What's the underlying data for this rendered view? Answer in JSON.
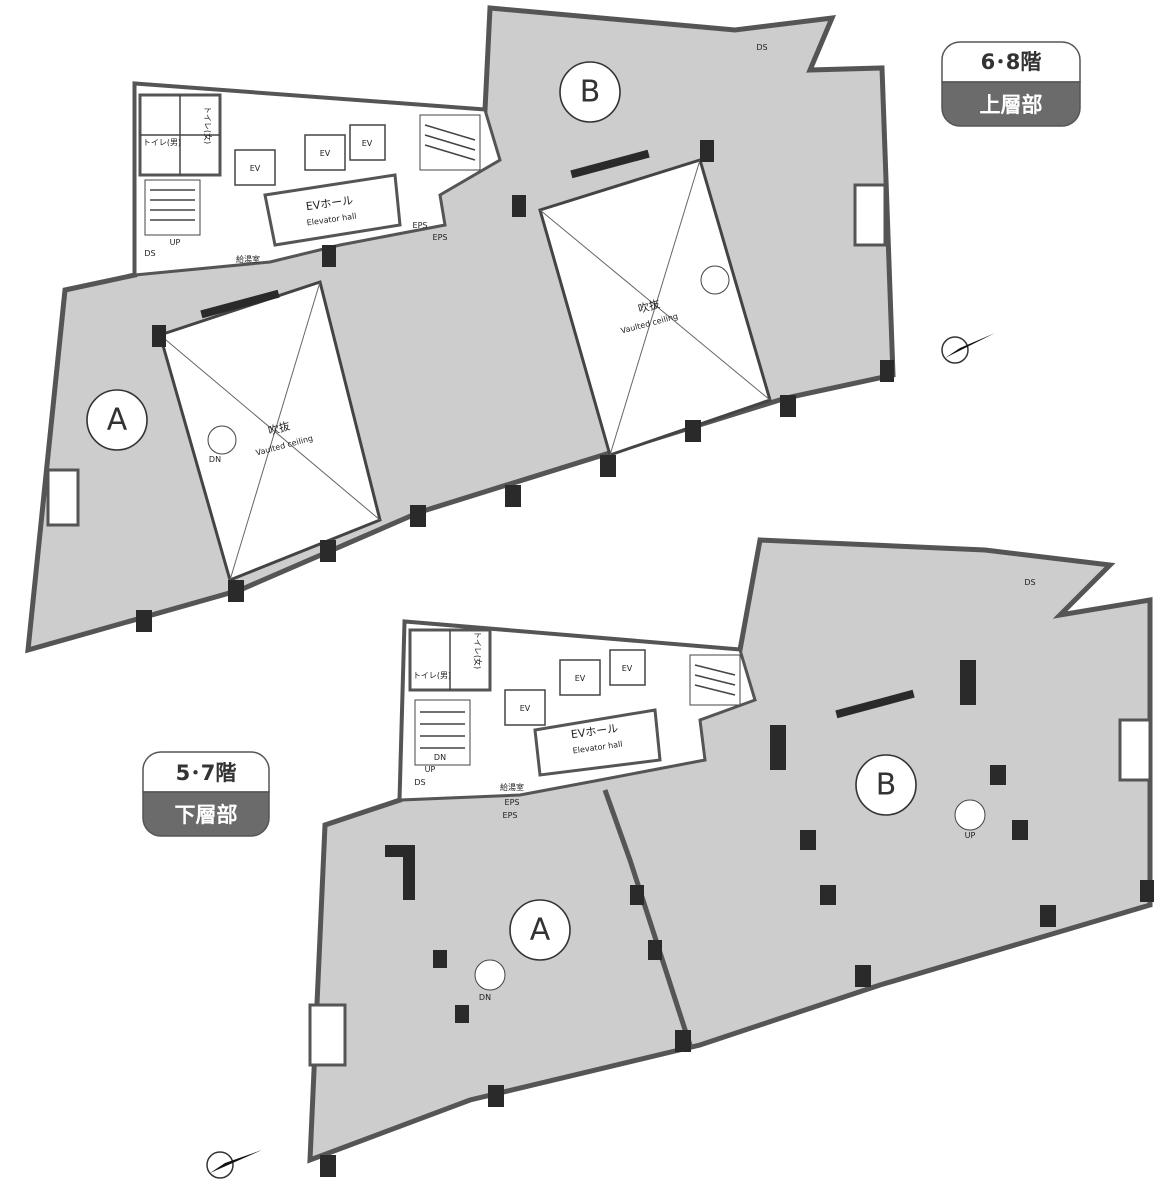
{
  "upper_plan": {
    "floor_label": "6･8階",
    "floor_sublabel": "上層部",
    "unit_a": "A",
    "unit_b": "B",
    "ev_hall": "EVホール",
    "ev_hall_en": "Elevator hall",
    "void_label": "吹抜",
    "void_label_en": "Vaulted ceiling",
    "ev": "EV",
    "toilet_m": "トイレ(男)",
    "toilet_f": "トイレ(女)",
    "ds": "DS",
    "eps": "EPS",
    "pantry": "給湯室",
    "up": "UP",
    "dn": "DN"
  },
  "lower_plan": {
    "floor_label": "5･7階",
    "floor_sublabel": "下層部",
    "unit_a": "A",
    "unit_b": "B",
    "ev_hall": "EVホール",
    "ev_hall_en": "Elevator hall",
    "ev": "EV",
    "toilet_m": "トイレ(男)",
    "toilet_f": "トイレ(女)",
    "ds": "DS",
    "eps": "EPS",
    "pantry": "給湯室",
    "up": "UP",
    "dn": "DN"
  }
}
